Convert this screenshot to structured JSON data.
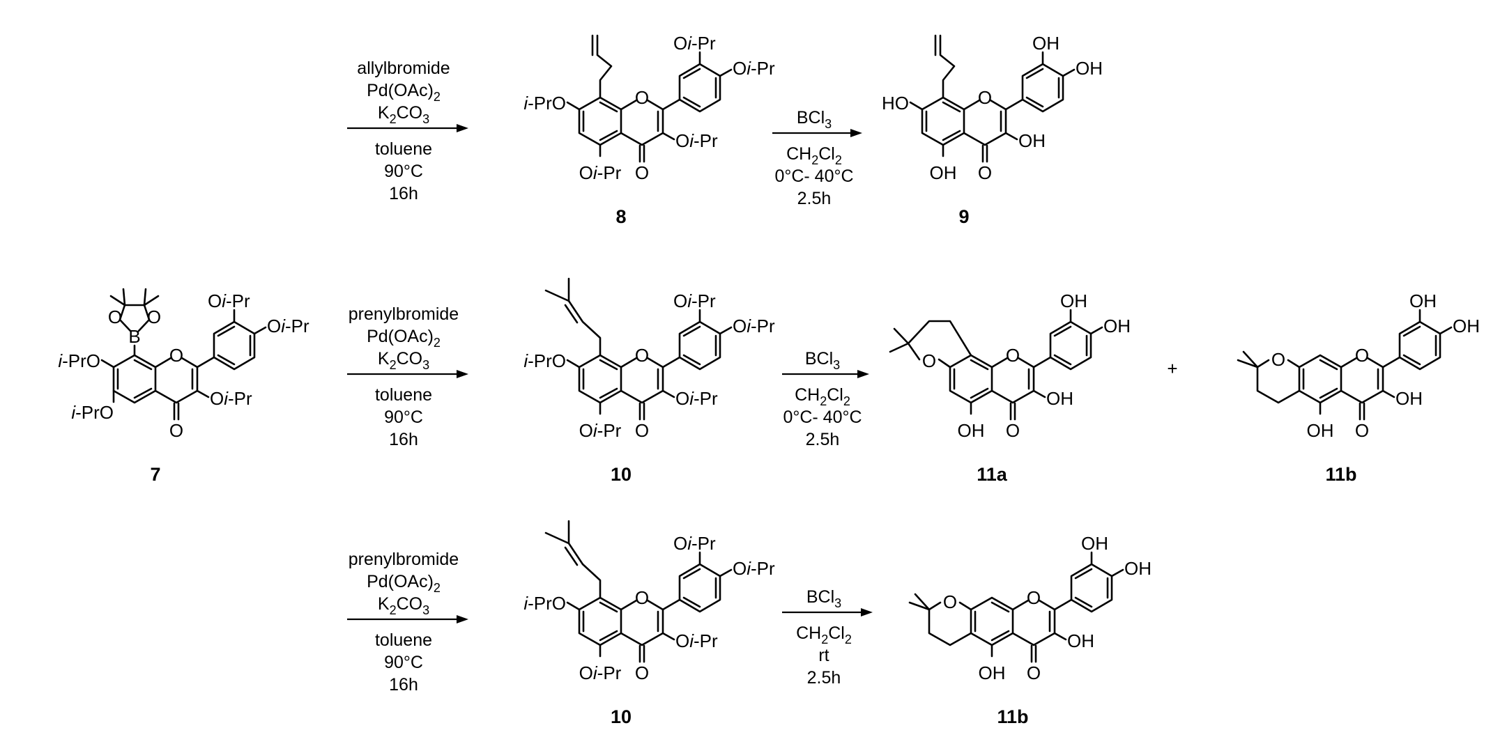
{
  "scheme": {
    "compounds": {
      "c7": {
        "number": "7"
      },
      "c8": {
        "number": "8"
      },
      "c9": {
        "number": "9"
      },
      "c10a": {
        "number": "10"
      },
      "c10b": {
        "number": "10"
      },
      "c11a": {
        "number": "11a"
      },
      "c11b": {
        "number": "11b"
      },
      "c11c": {
        "number": "11b"
      }
    },
    "plus": "+",
    "labels": {
      "iPrO": "i-PrO",
      "Oipr": "Oi-Pr",
      "OH": "OH",
      "HO": "HO",
      "O": "O",
      "B": "B"
    },
    "reactions": {
      "allyl": {
        "lines_above": [
          "allylbromide",
          "Pd(OAc)2",
          "K2CO3"
        ],
        "lines_below": [
          "toluene",
          "90°C",
          "16h"
        ]
      },
      "bcl3_1": {
        "lines_above": [
          "BCl3"
        ],
        "lines_below": [
          "CH2Cl2",
          "0°C- 40°C",
          "2.5h"
        ]
      },
      "prenyl1": {
        "lines_above": [
          "prenylbromide",
          "Pd(OAc)2",
          "K2CO3"
        ],
        "lines_below": [
          "toluene",
          "90°C",
          "16h"
        ]
      },
      "bcl3_2": {
        "lines_above": [
          "BCl3"
        ],
        "lines_below": [
          "CH2Cl2",
          "0°C- 40°C",
          "2.5h"
        ]
      },
      "prenyl2": {
        "lines_above": [
          "prenylbromide",
          "Pd(OAc)2",
          "K2CO3"
        ],
        "lines_below": [
          "toluene",
          "90°C",
          "16h"
        ]
      },
      "bcl3_3": {
        "lines_above": [
          "BCl3"
        ],
        "lines_below": [
          "CH2Cl2",
          "rt",
          "2.5h"
        ]
      }
    }
  }
}
